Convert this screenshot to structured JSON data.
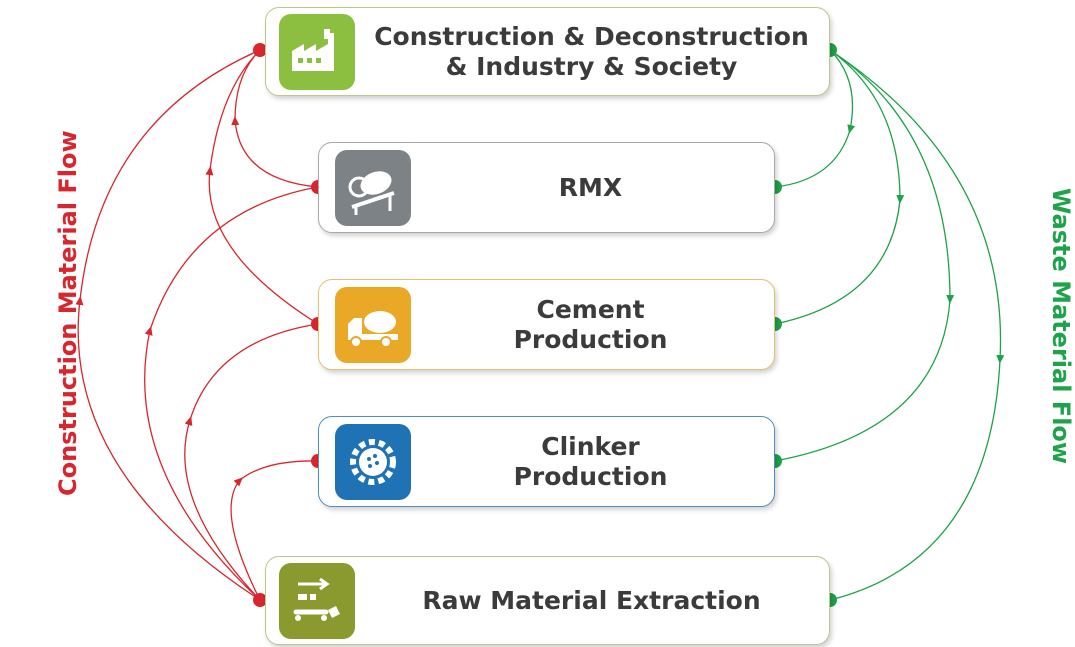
{
  "diagram": {
    "left_label": "Construction Material Flow",
    "right_label": "Waste Material Flow",
    "colors": {
      "construction_flow": "#d7262e",
      "waste_flow": "#1ea24a"
    },
    "boxes": [
      {
        "id": "construction",
        "label": "Construction & Deconstruction\n& Industry & Society",
        "icon": "factory-icon",
        "icon_color": "#8cbf3f",
        "border_color": "#b9c98a"
      },
      {
        "id": "rmx",
        "label": "RMX",
        "icon": "concrete-mixer-icon",
        "icon_color": "#7d8286",
        "border_color": "#a9a9a9"
      },
      {
        "id": "cement",
        "label": "Cement\nProduction",
        "icon": "cement-truck-icon",
        "icon_color": "#e9a825",
        "border_color": "#e3c170"
      },
      {
        "id": "clinker",
        "label": "Clinker\nProduction",
        "icon": "kiln-gear-icon",
        "icon_color": "#1f73b5",
        "border_color": "#4f8ec2"
      },
      {
        "id": "raw",
        "label": "Raw Material Extraction",
        "icon": "conveyor-icon",
        "icon_color": "#8a9a2e",
        "border_color": "#b9c98a"
      }
    ]
  }
}
